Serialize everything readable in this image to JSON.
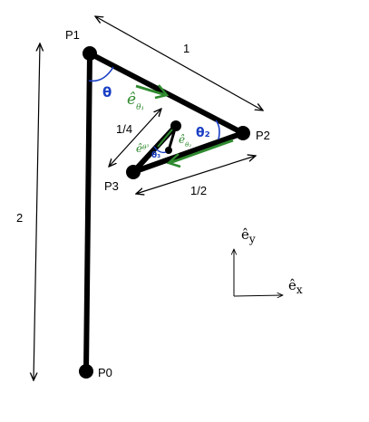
{
  "points": {
    "p0": "P0",
    "p1": "P1",
    "p2": "P2",
    "p3": "P3"
  },
  "dimensions": {
    "p1_p2": "1",
    "p0_p1": "2",
    "p3_p2": "1/2",
    "inner_link": "1/4"
  },
  "angles": {
    "theta": "θ",
    "theta2": "θ₂",
    "theta3": "θ₃"
  },
  "unit_vectors": {
    "e_theta1": "ê",
    "e_theta1_sub": "θ₁",
    "e_theta2": "ê",
    "e_theta2_sub": "θ₂",
    "e_theta3": "ê",
    "e_theta3_sub": "θ³"
  },
  "axes": {
    "ey": "ê",
    "ey_sub": "y",
    "ex": "ê",
    "ex_sub": "x"
  },
  "colors": {
    "links": "#000000",
    "angle_marks": "#1a3fc4",
    "unit_vectors": "#2f8a2f"
  }
}
